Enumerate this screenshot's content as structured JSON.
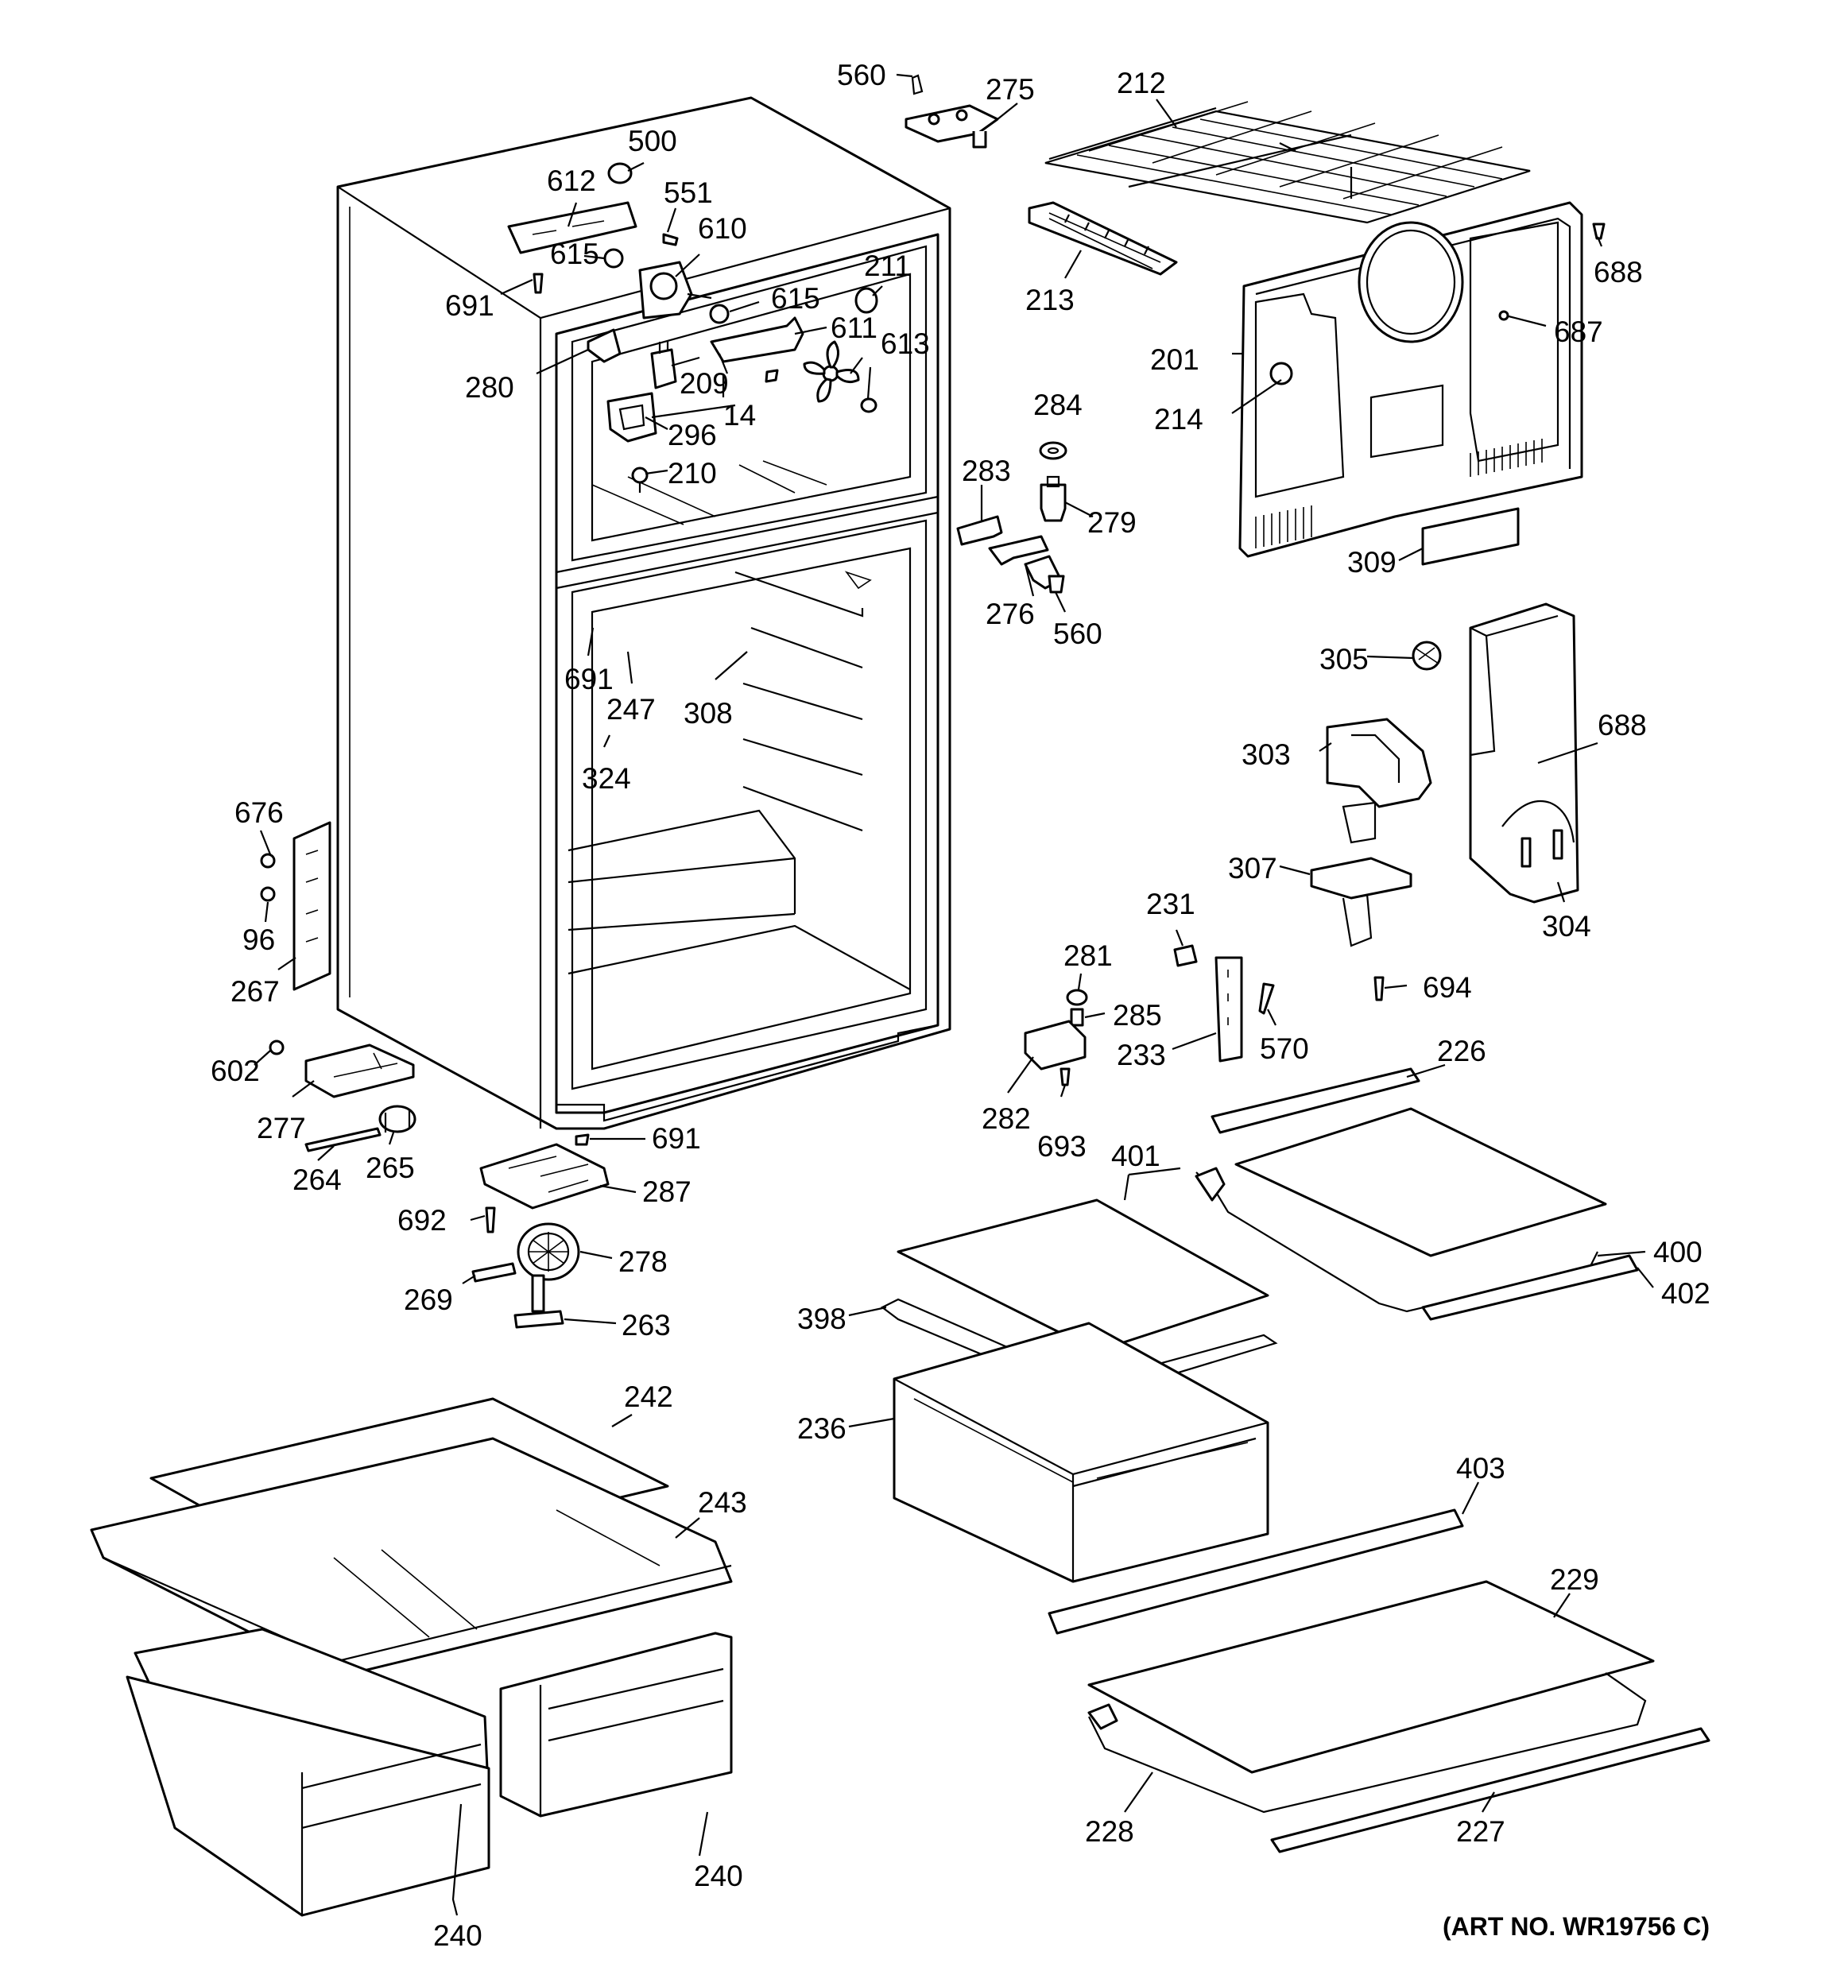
{
  "diagram": {
    "art_number": "(ART NO. WR19756 C)",
    "callouts": {
      "c560a": "560",
      "c275": "275",
      "c212": "212",
      "c500": "500",
      "c612": "612",
      "c551": "551",
      "c610": "610",
      "c615a": "615",
      "c691a": "691",
      "c211": "211",
      "c615b": "615",
      "c611": "611",
      "c613": "613",
      "c280": "280",
      "c209": "209",
      "c14": "14",
      "c296": "296",
      "c210": "210",
      "c213": "213",
      "c688a": "688",
      "c687": "687",
      "c201": "201",
      "c214": "214",
      "c284": "284",
      "c283": "283",
      "c279": "279",
      "c276": "276",
      "c560b": "560",
      "c309": "309",
      "c305": "305",
      "c691b": "691",
      "c247": "247",
      "c308": "308",
      "c324": "324",
      "c303": "303",
      "c688b": "688",
      "c304": "304",
      "c307": "307",
      "c676": "676",
      "c96": "96",
      "c267": "267",
      "c231": "231",
      "c281": "281",
      "c285": "285",
      "c694": "694",
      "c233": "233",
      "c570": "570",
      "c602": "602",
      "c226": "226",
      "c277": "277",
      "c282": "282",
      "c693": "693",
      "c691c": "691",
      "c264": "264",
      "c265": "265",
      "c287": "287",
      "c401": "401",
      "c692": "692",
      "c400": "400",
      "c402": "402",
      "c278": "278",
      "c269": "269",
      "c263": "263",
      "c398": "398",
      "c236": "236",
      "c242": "242",
      "c243": "243",
      "c403": "403",
      "c229": "229",
      "c240a": "240",
      "c240b": "240",
      "c228": "228",
      "c227": "227"
    }
  }
}
